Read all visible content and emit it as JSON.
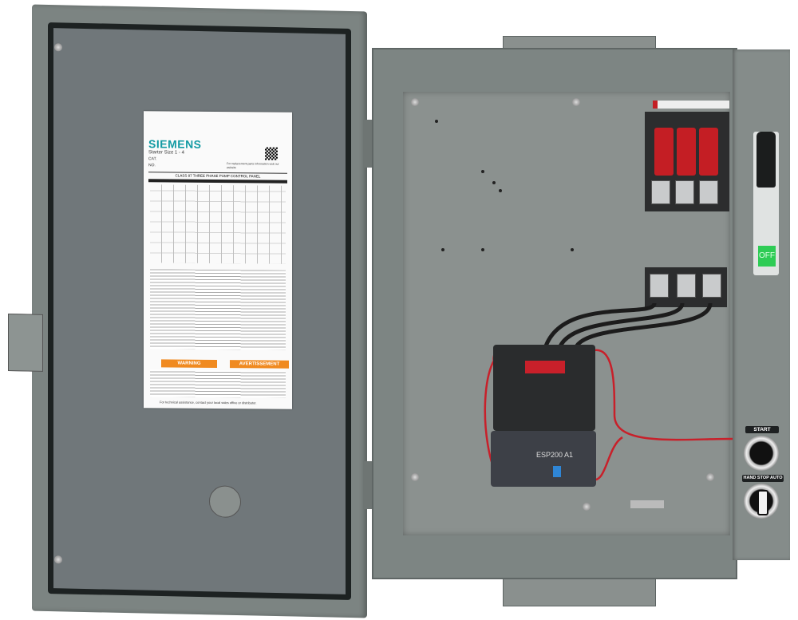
{
  "door_label": {
    "brand": "SIEMENS",
    "subtitle": "Starter Size 1 - 4",
    "cat_label": "CAT.",
    "no_label": "NO.",
    "qr_note": "For replacement parts information visit our website",
    "title": "CLASS 87  THREE PHASE PUMP CONTROL PANEL",
    "warning": "WARNING",
    "avertissement": "AVERTISSEMENT",
    "footer": "For technical assistance, contact your local sales office or distributor."
  },
  "controls": {
    "disconnect_state": "OFF",
    "start_label": "START",
    "selector_label": "HAND STOP AUTO"
  },
  "overload_relay": {
    "model": "ESP200 A1"
  },
  "colors": {
    "enclosure": "#7d8583",
    "wire_red": "#c8202a",
    "off_indicator": "#2ecc55",
    "brand": "#129aa3",
    "warning": "#f08a20"
  }
}
